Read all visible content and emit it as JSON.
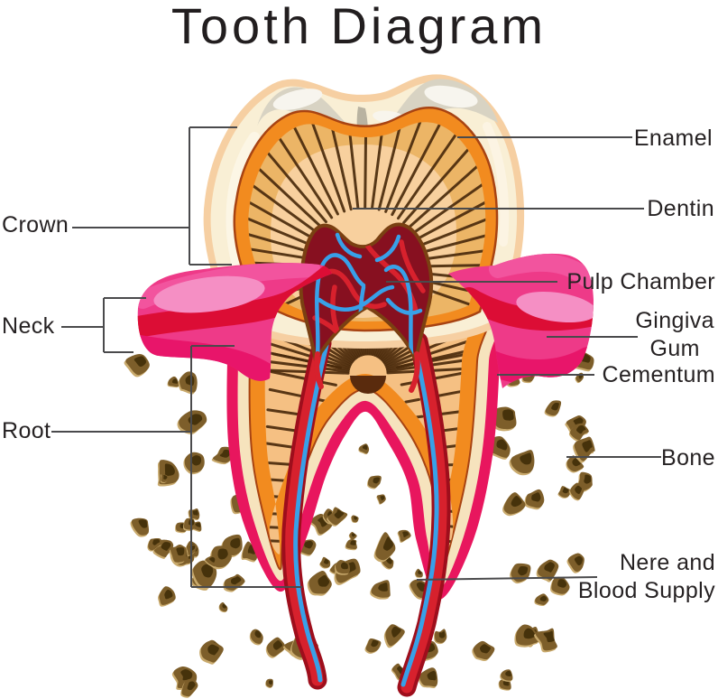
{
  "title": "Tooth Diagram",
  "diagram": {
    "type": "tooth-anatomy-cross-section",
    "labels_left": [
      {
        "id": "crown",
        "text": "Crown"
      },
      {
        "id": "neck",
        "text": "Neck"
      },
      {
        "id": "root",
        "text": "Root"
      }
    ],
    "labels_right": [
      {
        "id": "enamel",
        "text": "Enamel"
      },
      {
        "id": "dentin",
        "text": "Dentin"
      },
      {
        "id": "pulp-chamber",
        "text": "Pulp Chamber"
      },
      {
        "id": "gingiva-gum",
        "text": "Gingiva\nGum"
      },
      {
        "id": "cementum",
        "text": "Cementum"
      },
      {
        "id": "bone",
        "text": "Bone"
      },
      {
        "id": "nerve-blood-supply",
        "text": "Nere and\nBlood Supply"
      }
    ]
  },
  "colors": {
    "background": "#ffffff",
    "ink": "#262223",
    "leader_line": "#4a4a4c",
    "enamel_rim": "#f6cfa2",
    "enamel_cream": "#f9efd5",
    "enamel_highlight": "#fdf7e8",
    "occlusal_gray": "#d8d3c3",
    "occlusal_shadow": "#b9b3a1",
    "occlusal_highlight": "#f7f5ee",
    "orange_band": "#f28b1f",
    "orange_outline": "#a84312",
    "dentin": "#ecb566",
    "dentin_light": "#f8d09e",
    "dentin_root": "#f5c083",
    "spoke": "#4a2a0c",
    "spoke_hub": "#5a2b0d",
    "pulp": "#871020",
    "pulp_outline": "#7a4012",
    "vessel_red": "#d7212d",
    "vessel_blue": "#38a0e8",
    "canal_dark": "#9e0e1c",
    "cementum_pink": "#e8165e",
    "root_cream": "#f6e3bd",
    "gum_base": "#ee3a88",
    "gum_light": "#f2549e",
    "gum_highlight": "#f58fc4",
    "gum_red": "#dc0d35",
    "gum_deep": "#e8156a",
    "bone_main": "#7d5e2a",
    "bone_dark": "#46320b",
    "bone_light": "#c9aa6d"
  }
}
